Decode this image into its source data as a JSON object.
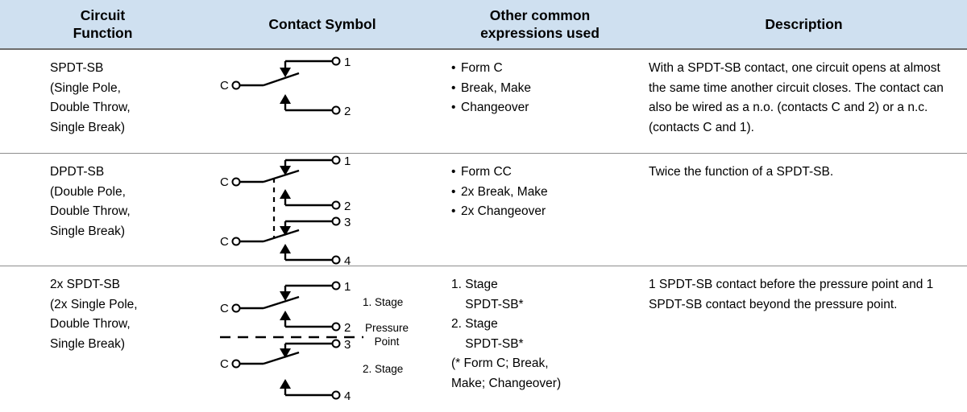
{
  "table": {
    "headers": [
      {
        "id": "circuit-function",
        "label": "Circuit\nFunction"
      },
      {
        "id": "contact-symbol",
        "label": "Contact Symbol"
      },
      {
        "id": "other-expressions",
        "label": "Other common\nexpressions used"
      },
      {
        "id": "description",
        "label": "Description"
      }
    ],
    "header_bg": "#cfe0f0",
    "rule_color": "#8d8d8d",
    "rows": [
      {
        "id": "spdt-sb",
        "function_lines": [
          "SPDT-SB",
          "(Single Pole,",
          "Double Throw,",
          "Single Break)"
        ],
        "symbol": {
          "type": "spdt",
          "terminals": [
            "C",
            "1",
            "2"
          ],
          "stage_labels": []
        },
        "expressions_style": "bullets",
        "expressions": [
          "Form C",
          "Break, Make",
          "Changeover"
        ],
        "description": "With a SPDT-SB contact, one circuit opens at almost the same time another circuit closes. The contact can also be wired as a n.o. (contacts C and 2) or a n.c. (contacts C and 1)."
      },
      {
        "id": "dpdt-sb",
        "function_lines": [
          "DPDT-SB",
          "(Double Pole,",
          "Double Throw,",
          "Single Break)"
        ],
        "symbol": {
          "type": "dpdt",
          "terminals": [
            "C",
            "1",
            "2",
            "C",
            "3",
            "4"
          ],
          "stage_labels": []
        },
        "expressions_style": "bullets",
        "expressions": [
          "Form CC",
          "2x Break, Make",
          "2x Changeover"
        ],
        "description": "Twice the function of a SPDT-SB."
      },
      {
        "id": "2x-spdt-sb",
        "function_lines": [
          "2x SPDT-SB",
          "(2x Single Pole,",
          "Double Throw,",
          "Single Break)"
        ],
        "symbol": {
          "type": "two-stage",
          "terminals": [
            "C",
            "1",
            "2",
            "C",
            "3",
            "4"
          ],
          "stage_labels": [
            "1. Stage",
            "Pressure\nPoint",
            "2. Stage"
          ]
        },
        "expressions_style": "plain",
        "expressions": [
          "1. Stage",
          "    SPDT-SB*",
          "2. Stage",
          "    SPDT-SB*",
          "(* Form C; Break,",
          "Make; Changeover)"
        ],
        "description": "1 SPDT-SB contact before the pressure point and 1 SPDT-SB contact beyond the pressure point."
      }
    ]
  }
}
